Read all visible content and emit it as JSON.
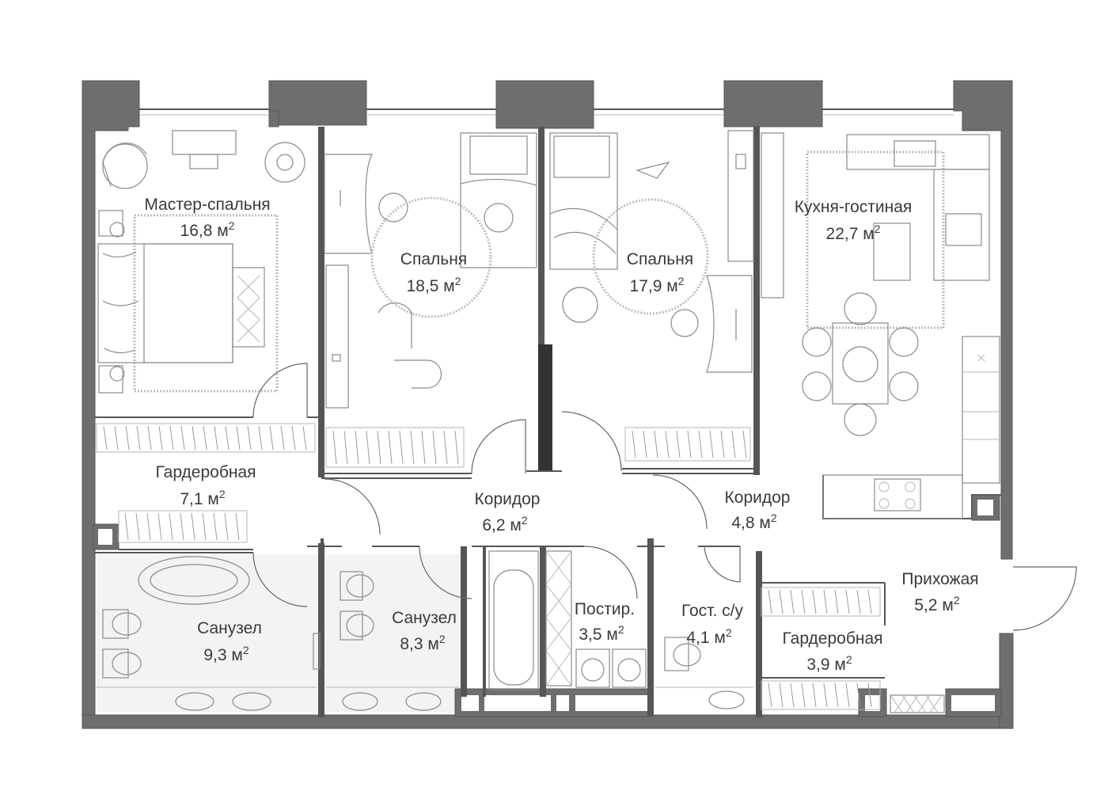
{
  "rooms": [
    {
      "id": "master-bedroom",
      "name": "Мастер-спальня",
      "area": "16,8 м",
      "sup": "2"
    },
    {
      "id": "bedroom-1",
      "name": "Спальня",
      "area": "18,5 м",
      "sup": "2"
    },
    {
      "id": "bedroom-2",
      "name": "Спальня",
      "area": "17,9 м",
      "sup": "2"
    },
    {
      "id": "kitchen-living",
      "name": "Кухня-гостиная",
      "area": "22,7 м",
      "sup": "2"
    },
    {
      "id": "wardrobe-1",
      "name": "Гардеробная",
      "area": "7,1 м",
      "sup": "2"
    },
    {
      "id": "corridor-1",
      "name": "Коридор",
      "area": "6,2 м",
      "sup": "2"
    },
    {
      "id": "corridor-2",
      "name": "Коридор",
      "area": "4,8 м",
      "sup": "2"
    },
    {
      "id": "bathroom-1",
      "name": "Санузел",
      "area": "9,3 м",
      "sup": "2"
    },
    {
      "id": "bathroom-2",
      "name": "Санузел",
      "area": "8,3 м",
      "sup": "2"
    },
    {
      "id": "laundry",
      "name": "Постир.",
      "area": "3,5 м",
      "sup": "2"
    },
    {
      "id": "guest-wc",
      "name": "Гост. с/у",
      "area": "4,1 м",
      "sup": "2"
    },
    {
      "id": "hallway",
      "name": "Прихожая",
      "area": "5,2 м",
      "sup": "2"
    },
    {
      "id": "wardrobe-2",
      "name": "Гардеробная",
      "area": "3,9 м",
      "sup": "2"
    }
  ]
}
